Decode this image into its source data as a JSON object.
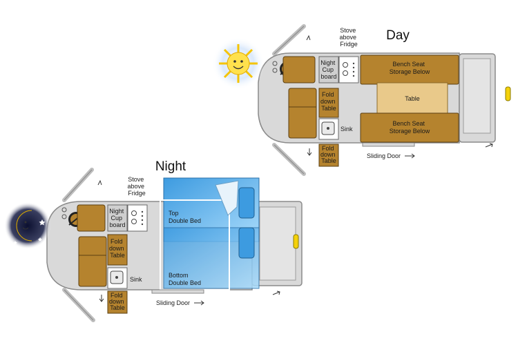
{
  "day": {
    "title": "Day",
    "stove_above_fridge": [
      "Stove",
      "above",
      "Fridge"
    ],
    "night_cupboard": [
      "Night",
      "Cup",
      "board"
    ],
    "fold_down_table_1": [
      "Fold",
      "down",
      "Table"
    ],
    "fold_down_table_2": [
      "Fold",
      "down",
      "Table"
    ],
    "sink": "Sink",
    "bench_top": [
      "Bench Seat",
      "Storage Below"
    ],
    "bench_bottom": [
      "Bench Seat",
      "Storage Below"
    ],
    "table": "Table",
    "sliding_door": "Sliding Door"
  },
  "night": {
    "title": "Night",
    "stove_above_fridge": [
      "Stove",
      "above",
      "Fridge"
    ],
    "night_cupboard": [
      "Night",
      "Cup",
      "board"
    ],
    "fold_down_table_1": [
      "Fold",
      "down",
      "Table"
    ],
    "fold_down_table_2": [
      "Fold",
      "down",
      "Table"
    ],
    "sink": "Sink",
    "top_bed": [
      "Top",
      "Double Bed"
    ],
    "bottom_bed": [
      "Bottom",
      "Double Bed"
    ],
    "sliding_door": "Sliding Door"
  },
  "colors": {
    "van_body": "#d9d9d9",
    "cabinet": "#b5832e",
    "table": "#e9c98a",
    "bed": "#6eb8ec",
    "sun": "#ffe14d",
    "moon_sky": "#1b1f3a"
  }
}
